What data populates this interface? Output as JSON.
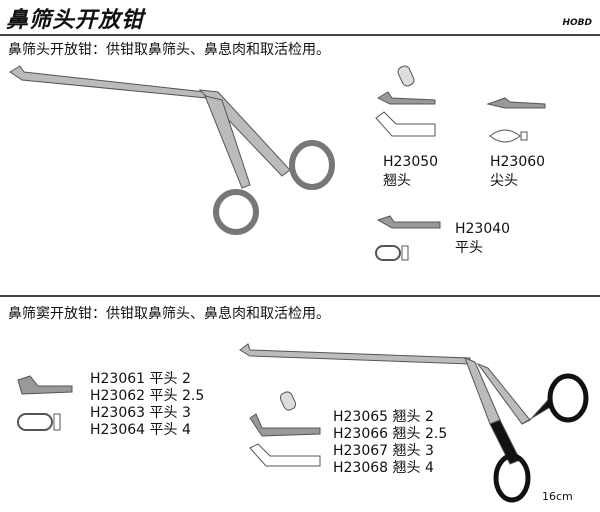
{
  "header": {
    "title": "鼻筛头开放钳",
    "code": "HOBD"
  },
  "section1": {
    "description": "鼻筛头开放钳：供钳取鼻筛头、鼻息肉和取活检用。",
    "items": [
      {
        "code": "H23050",
        "type": "翘头"
      },
      {
        "code": "H23060",
        "type": "尖头"
      },
      {
        "code": "H23040",
        "type": "平头"
      }
    ]
  },
  "section2": {
    "description": "鼻筛窦开放钳：供钳取鼻筛头、鼻息肉和取活检用。",
    "flat_items": [
      {
        "code": "H23061",
        "type": "平头",
        "size": "2"
      },
      {
        "code": "H23062",
        "type": "平头",
        "size": "2.5"
      },
      {
        "code": "H23063",
        "type": "平头",
        "size": "3"
      },
      {
        "code": "H23064",
        "type": "平头",
        "size": "4"
      }
    ],
    "upturned_items": [
      {
        "code": "H23065",
        "type": "翘头",
        "size": "2"
      },
      {
        "code": "H23066",
        "type": "翘头",
        "size": "2.5"
      },
      {
        "code": "H23067",
        "type": "翘头",
        "size": "3"
      },
      {
        "code": "H23068",
        "type": "翘头",
        "size": "4"
      }
    ],
    "length": "16cm"
  }
}
